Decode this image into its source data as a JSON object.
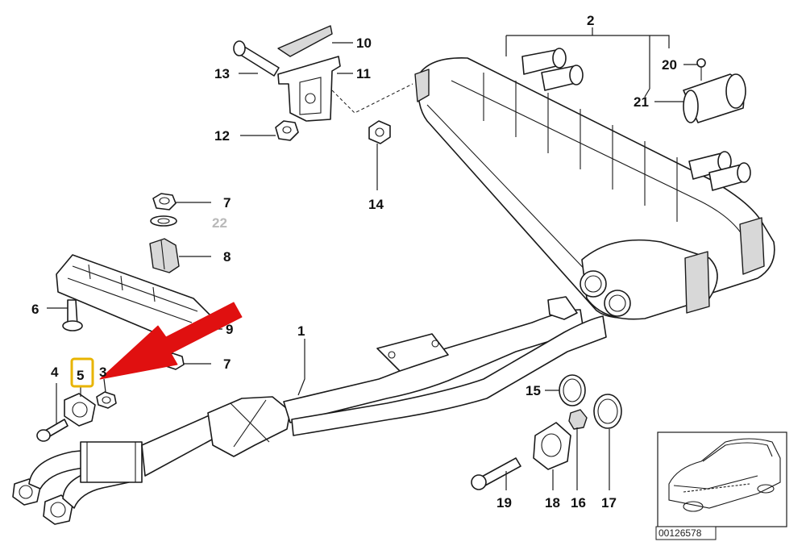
{
  "callouts": {
    "c1": "1",
    "c2": "2",
    "c3": "3",
    "c4": "4",
    "c5": "5",
    "c6": "6",
    "c7a": "7",
    "c7b": "7",
    "c8": "8",
    "c9": "9",
    "c10": "10",
    "c11": "11",
    "c12": "12",
    "c13": "13",
    "c14": "14",
    "c15": "15",
    "c16": "16",
    "c17": "17",
    "c18": "18",
    "c19": "19",
    "c20": "20",
    "c21": "21",
    "c22": "22"
  },
  "reference_number": "00126578",
  "highlight": {
    "part": "5",
    "box_color": "#e8b400",
    "arrow_color": "#e01010"
  },
  "colors": {
    "line": "#1a1a1a",
    "grey_callout": "#b9b9b9",
    "background": "#ffffff"
  }
}
